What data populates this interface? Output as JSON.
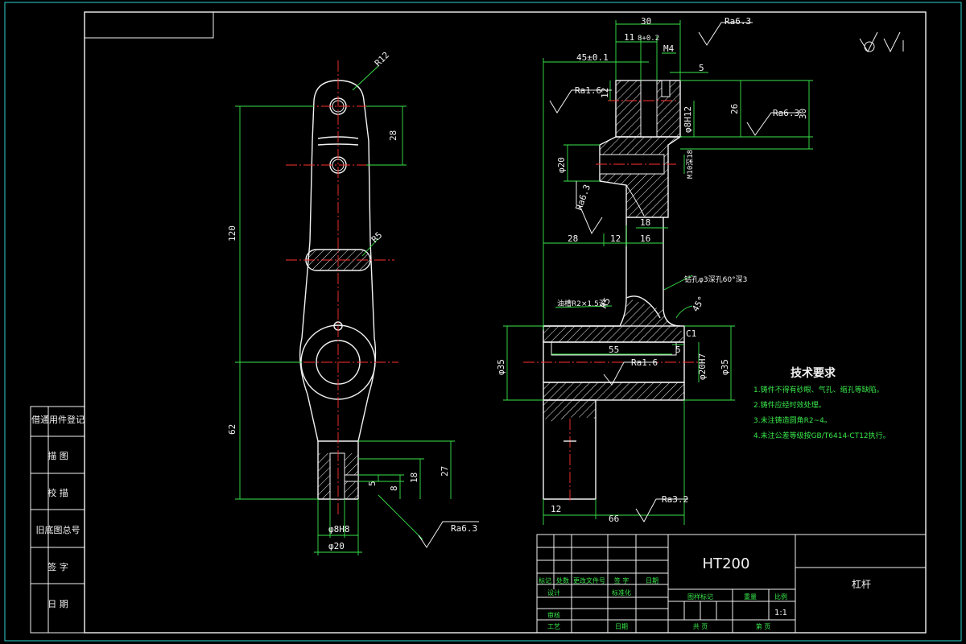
{
  "side_labels": [
    "借通用件登记",
    "描  图",
    "校  描",
    "旧底图总号",
    "签  字",
    "日  期"
  ],
  "material": "HT200",
  "part_name": "杠杆",
  "scale": "1:1",
  "title_block": {
    "row_labels": [
      "标记",
      "处数",
      "更改文件号",
      "签  字",
      "日期"
    ],
    "design": "设计",
    "standardize": "标准化",
    "review": "审核",
    "process": "工艺",
    "date": "日期",
    "stage_mark": "图样标记",
    "weight": "重量",
    "ratio": "比例",
    "total": "共    页",
    "sheet": "第    页"
  },
  "tech_req": {
    "title": "技术要求",
    "lines": [
      "1.铸件不得有砂眼、气孔、缩孔等缺陷。",
      "2.铸件应经时效处理。",
      "3.未注铸造圆角R2~4。",
      "4.未注公差等级按GB/T6414-CT12执行。"
    ]
  },
  "dims_left": {
    "r12": "R12",
    "d28": "28",
    "r5": "R5",
    "d120": "120",
    "d62": "62",
    "d27": "27",
    "d18": "18",
    "d8": "8",
    "d5": "5",
    "phi8h8": "φ8H8",
    "phi20": "φ20",
    "ra": "Ra6.3"
  },
  "dims_right": {
    "d30top": "30",
    "d11": "11",
    "d8tol": "8+0.2",
    "m4": "M4",
    "d5": "5",
    "d45": "45±0.1",
    "ra16a": "Ra1.6",
    "d12v": "12",
    "phi8h12": "φ8H12",
    "d26": "26",
    "d30": "30",
    "ra63a": "Ra6.3",
    "ra63top": "Ra6.3",
    "phi20": "φ20",
    "m10": "M10深18",
    "ra63b": "Ra6.3",
    "d18": "18",
    "d28": "28",
    "d12": "12",
    "d16": "16",
    "drill": "钻孔φ3深孔60°深3",
    "oil": "油槽R2×1.5深",
    "r5": "R5",
    "ang": "45°",
    "c1": "C1",
    "phi35l": "φ35",
    "d55": "55",
    "d5b": "5",
    "ra16b": "Ra1.6",
    "phi20h7": "φ20H7",
    "phi35r": "φ35",
    "d12b": "12",
    "d66": "66",
    "ra32": "Ra3.2"
  }
}
